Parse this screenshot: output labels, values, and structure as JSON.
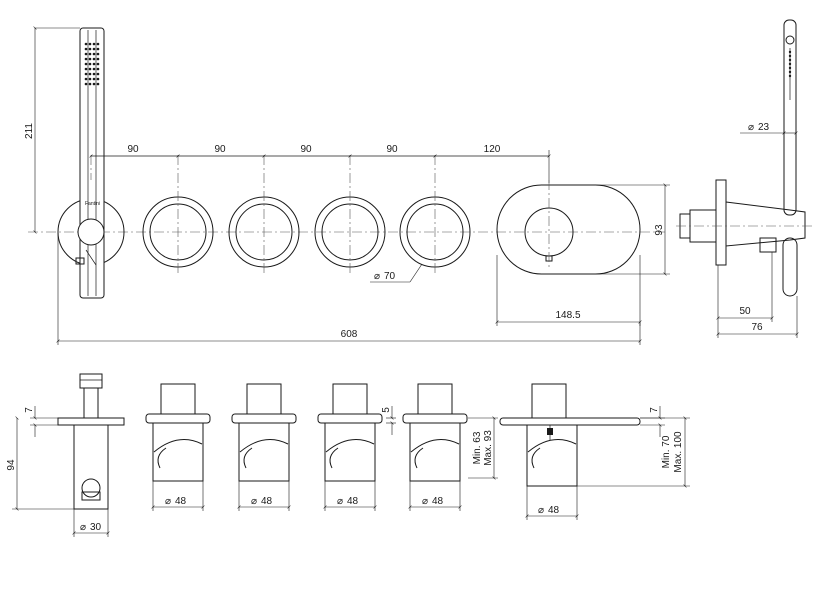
{
  "top_view": {
    "spacings": [
      "90",
      "90",
      "90",
      "90",
      "120"
    ],
    "total_width": "608",
    "handshower_height": "211",
    "plate_height": "93",
    "plate_width": "148.5",
    "knob_diameter": "70",
    "hose_diameter": "23",
    "depth_1": "50",
    "depth_2": "76",
    "brand_mark": "Fantini"
  },
  "elevation_view": {
    "wallplate_thickness_left": "7",
    "height_left": "94",
    "outlet_diameter": "30",
    "spacer_thickness": "5",
    "valve_depth_min": "Min. 63",
    "valve_depth_max": "Max. 93",
    "plate_thickness_right": "7",
    "mixer_depth_min": "Min. 70",
    "mixer_depth_max": "Max. 100",
    "handle_diameters": [
      "48",
      "48",
      "48",
      "48",
      "48"
    ]
  }
}
